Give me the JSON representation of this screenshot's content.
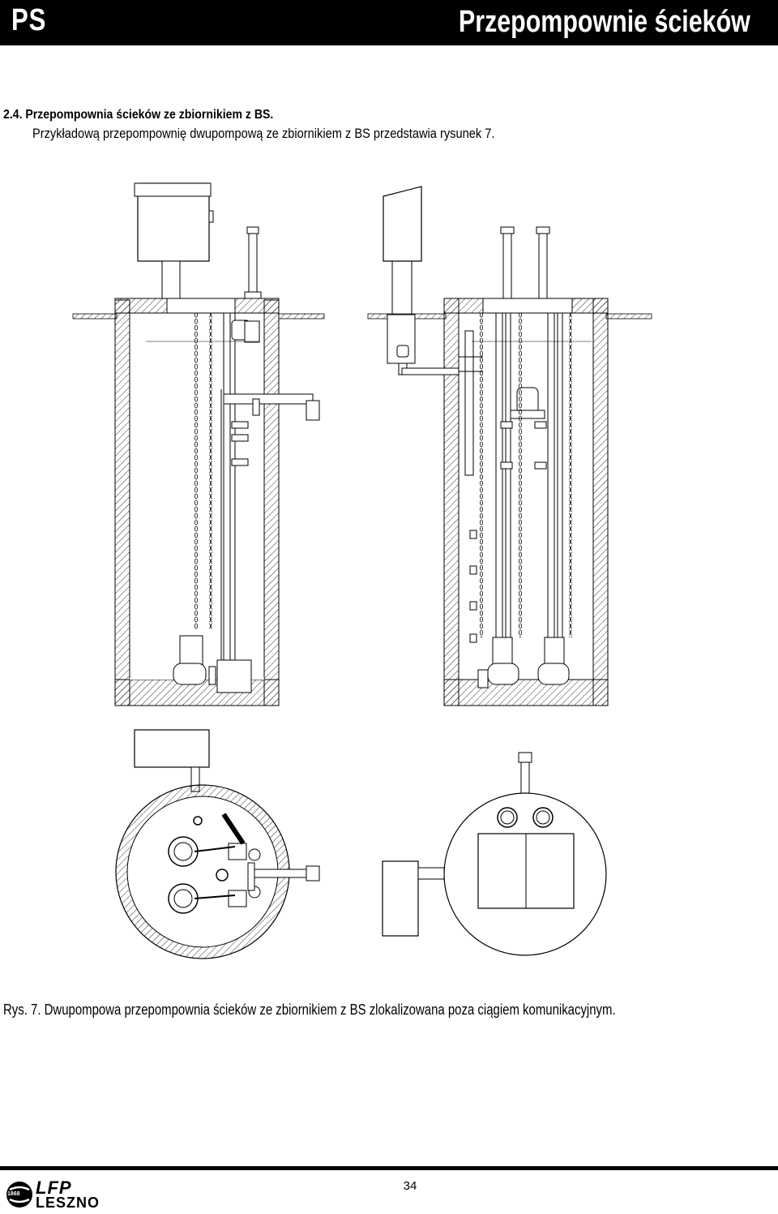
{
  "header": {
    "code": "PS",
    "title": "Przepompownie ścieków"
  },
  "section": {
    "title": "2.4. Przepompownia ścieków ze zbiornikiem z BS."
  },
  "intro": {
    "text": "Przykładową przepompownię dwupompową ze zbiornikiem z BS przedstawia rysunek 7."
  },
  "figure": {
    "caption": "Rys. 7. Dwupompowa przepompownia ścieków ze zbiornikiem z BS zlokalizowana poza ciągiem komunikacyjnym."
  },
  "footer": {
    "page_number": "34"
  },
  "logo": {
    "line1": "LFP",
    "line2": "LESZNO",
    "year": "1868"
  }
}
